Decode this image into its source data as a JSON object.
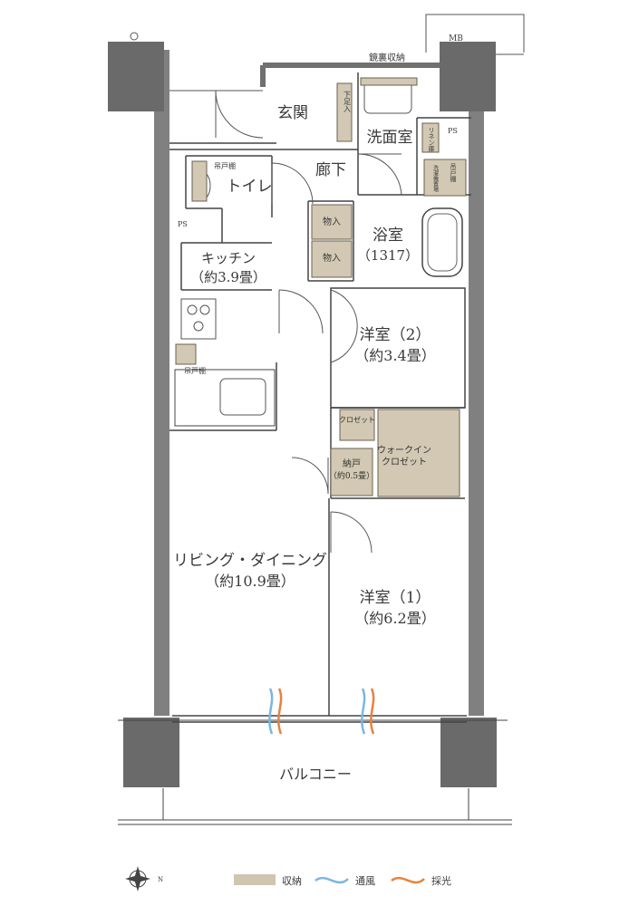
{
  "rooms": {
    "entrance": "玄関",
    "corridor": "廊下",
    "washroom": "洗面室",
    "toilet": "トイレ",
    "bathroom": "浴室",
    "bathroom_size": "（1317）",
    "kitchen": "キッチン",
    "kitchen_area": "（約3.9畳）",
    "western2": "洋室（2）",
    "western2_area": "（約3.4畳）",
    "walk_in_closet_line1": "ウォークイン",
    "walk_in_closet_line2": "クロゼット",
    "closet": "クロゼット",
    "storage_room": "納戸",
    "storage_room_area": "（約0.5畳）",
    "living_dining": "リビング・ダイニング",
    "living_dining_area": "（約10.9畳）",
    "western1": "洋室（1）",
    "western1_area": "（約6.2畳）",
    "balcony": "バルコニー"
  },
  "labels": {
    "mb": "MB",
    "mirror_storage": "鏡裏収納",
    "shoe_cabinet": "下足入",
    "linen_cabinet": "リネン庫",
    "toilet_shelf": "吊戸棚",
    "ps_right": "PS",
    "ps_left": "PS",
    "hanging_cabinet": "吊戸棚",
    "laundry": "洗濯機置場",
    "storage_a": "物入",
    "storage_b": "物入",
    "kitchen_shelf": "吊戸棚"
  },
  "legend": {
    "storage": "収納",
    "ventilation": "通風",
    "lighting": "採光",
    "storage_color": "#cfc5b1",
    "ventilation_color": "#7ab7e0",
    "lighting_color": "#e8823d",
    "compass_label": "N"
  },
  "colors": {
    "wall": "#7d7d7d",
    "column": "#666666",
    "storage_fill": "#d2c8b3",
    "line": "#4a4a4a"
  }
}
